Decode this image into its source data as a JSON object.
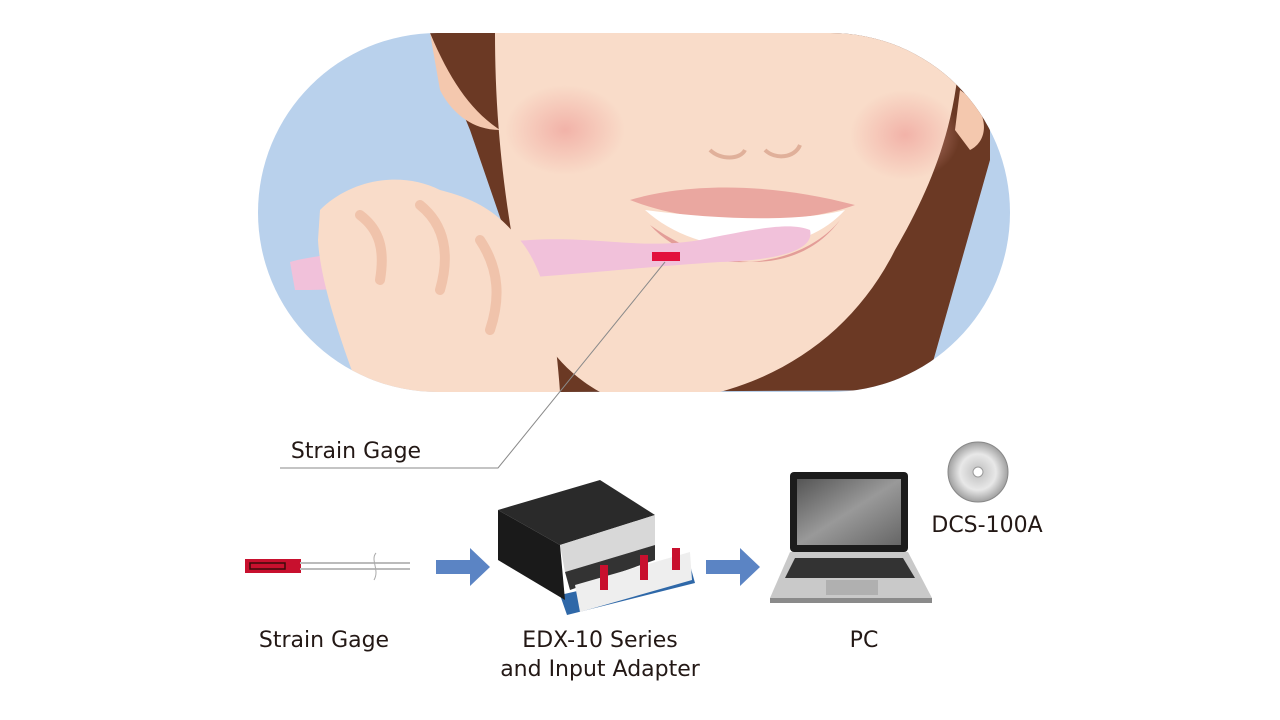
{
  "callout": {
    "label": "Strain Gage"
  },
  "steps": [
    {
      "label": "Strain Gage"
    },
    {
      "label_line1": "EDX-10 Series",
      "label_line2": "and Input Adapter"
    },
    {
      "label": "PC"
    }
  ],
  "software": {
    "label": "DCS-100A"
  },
  "colors": {
    "background_blue": "#b9d1ec",
    "skin": "#f9dcc9",
    "hair": "#6b3924",
    "toothbrush": "#f1c1da",
    "gage_red": "#e2103c",
    "arrow_blue": "#5b84c4"
  }
}
